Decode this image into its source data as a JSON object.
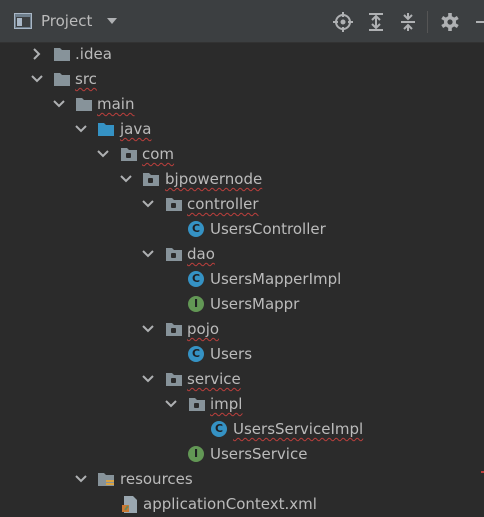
{
  "toolbar": {
    "title": "Project"
  },
  "tree": [
    {
      "label": "idea",
      "icon": "folder-icon",
      "expanded": false,
      "squiggle": false
    },
    {
      "label": "src",
      "icon": "folder-icon",
      "expanded": true,
      "squiggle": true
    },
    {
      "label": "main",
      "icon": "folder-icon",
      "expanded": true,
      "squiggle": true
    },
    {
      "label": "java",
      "icon": "source-folder-icon",
      "expanded": true,
      "squiggle": true
    },
    {
      "label": "com",
      "icon": "package-icon",
      "expanded": true,
      "squiggle": true
    },
    {
      "label": "bjpowernode",
      "icon": "package-icon",
      "expanded": true,
      "squiggle": true
    },
    {
      "label": "controller",
      "icon": "package-icon",
      "expanded": true,
      "squiggle": true
    },
    {
      "label": "UsersController",
      "icon": "class-icon",
      "expanded": null,
      "squiggle": false
    },
    {
      "label": "dao",
      "icon": "package-icon",
      "expanded": true,
      "squiggle": true
    },
    {
      "label": "UsersMapperImpl",
      "icon": "class-icon",
      "expanded": null,
      "squiggle": false
    },
    {
      "label": "UsersMappr",
      "icon": "interface-icon",
      "expanded": null,
      "squiggle": false
    },
    {
      "label": "pojo",
      "icon": "package-icon",
      "expanded": true,
      "squiggle": true
    },
    {
      "label": "Users",
      "icon": "class-icon",
      "expanded": null,
      "squiggle": false
    },
    {
      "label": "service",
      "icon": "package-icon",
      "expanded": true,
      "squiggle": true
    },
    {
      "label": "impl",
      "icon": "package-icon",
      "expanded": true,
      "squiggle": true
    },
    {
      "label": "UsersServiceImpl",
      "icon": "class-icon",
      "expanded": null,
      "squiggle": true
    },
    {
      "label": "UsersService",
      "icon": "interface-icon",
      "expanded": null,
      "squiggle": false
    },
    {
      "label": "resources",
      "icon": "resources-folder-icon",
      "expanded": true,
      "squiggle": false
    },
    {
      "label": "applicationContext.xml",
      "icon": "xml-file-icon",
      "expanded": null,
      "squiggle": false
    }
  ],
  "colors": {
    "background": "#2b2b2b",
    "toolbar": "#3c3f41",
    "text": "#bbbbbb",
    "folder": "#87939a",
    "source_folder": "#3592c4",
    "class_badge": "#3592c4",
    "interface_badge": "#629755",
    "squiggle": "#bc3f3c"
  }
}
